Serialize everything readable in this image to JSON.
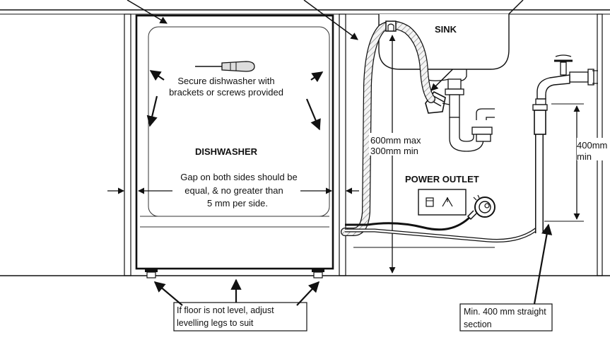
{
  "labels": {
    "sink": "SINK",
    "secure_line1": "Secure dishwasher with",
    "secure_line2": "brackets or screws provided",
    "dishwasher": "DISHWASHER",
    "gap_line1": "Gap on both sides should be",
    "gap_line2": "equal, & no greater than",
    "gap_line3": "5 mm per side.",
    "hose_height_line1": "600mm max",
    "hose_height_line2": "300mm min",
    "power_outlet": "POWER OUTLET",
    "tap_height_line1": "400mm",
    "tap_height_line2": "min",
    "level_line1": "If floor is not level, adjust",
    "level_line2": "levelling legs to suit",
    "straight_line1": "Min. 400 mm straight",
    "straight_line2": "section"
  },
  "colors": {
    "line": "#111111",
    "hose_fill": "#f2f2f2",
    "background": "#ffffff"
  }
}
